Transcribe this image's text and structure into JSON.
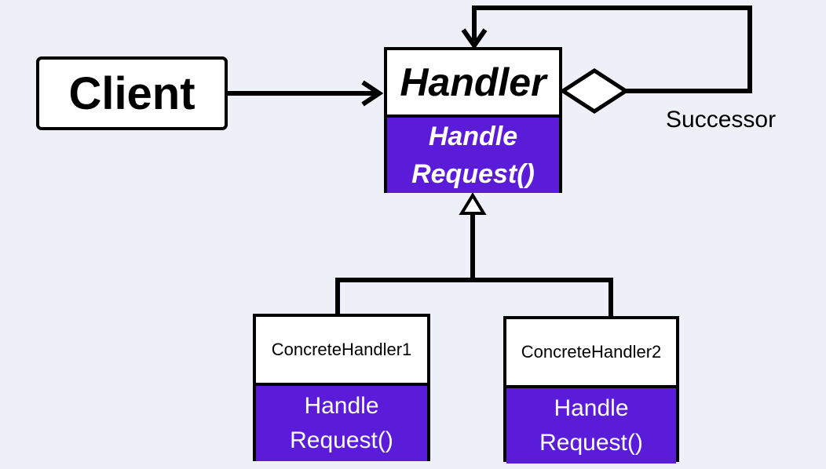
{
  "client": {
    "label": "Client"
  },
  "handler": {
    "name": "Handler",
    "method_line1": "Handle",
    "method_line2": "Request()"
  },
  "concrete_handler_1": {
    "name": "ConcreteHandler1",
    "method_line1": "Handle",
    "method_line2": "Request()"
  },
  "concrete_handler_2": {
    "name": "ConcreteHandler2",
    "method_line1": "Handle",
    "method_line2": "Request()"
  },
  "successor_label": "Successor",
  "colors": {
    "method_fill": "#5a1cd9",
    "background": "#eef0f8",
    "stroke": "#000000"
  }
}
